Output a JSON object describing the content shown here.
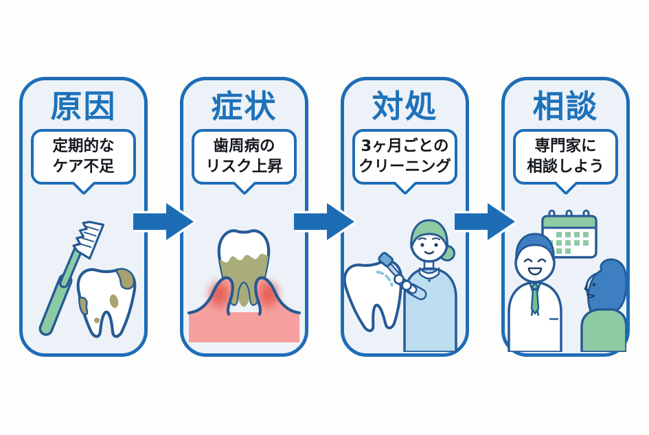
{
  "colors": {
    "accent_blue": "#1e6db6",
    "title_blue": "#1e72ba",
    "card_background": "#edf2f8",
    "outline_navy": "#265a94",
    "illustration_green": "#8ccaa4",
    "scrub_light_blue": "#bcdcf0",
    "decay_olive": "#a9a26e",
    "tartar_olive": "#a8ad7a",
    "gum_pink": "#f5a09d",
    "gum_inflamed_red": "#e2544c",
    "hair_blue": "#3d7fc1",
    "tie_green": "#6fbf92",
    "bubble_background": "#ffffff"
  },
  "steps": [
    {
      "title": "原因",
      "bubble": {
        "line1": "定期的な",
        "line2": "ケア不足"
      },
      "illustration": "toothbrush-and-decayed-tooth"
    },
    {
      "title": "症状",
      "bubble": {
        "line1": "歯周病の",
        "line2": "リスク上昇"
      },
      "illustration": "tooth-with-inflamed-gums-and-tartar"
    },
    {
      "title": "対処",
      "bubble": {
        "line1": "3ヶ月ごとの",
        "line2": "クリーニング"
      },
      "illustration": "dental-hygienist-polishing-tooth"
    },
    {
      "title": "相談",
      "bubble": {
        "line1": "専門家に",
        "line2": "相談しよう"
      },
      "illustration": "doctor-patient-consultation-with-calendar"
    }
  ],
  "arrows": {
    "count": 3,
    "direction": "right"
  }
}
